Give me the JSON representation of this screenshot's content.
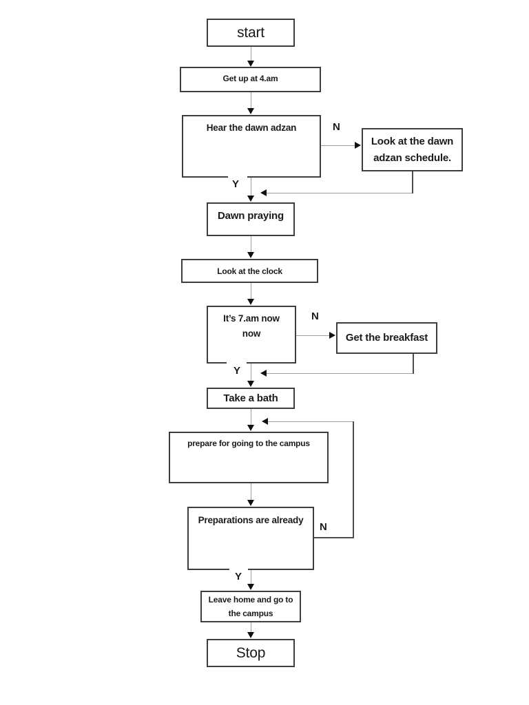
{
  "page": {
    "background": "#ffffff"
  },
  "colors": {
    "box_border": "#3d3d3d",
    "text": "#1a1a1a",
    "connector_light": "#9e9e9e",
    "connector_dark": "#4d4d4d",
    "arrowhead": "#111111"
  },
  "chart_data": {
    "type": "flowchart",
    "title": "Morning routine flowchart",
    "steps_in_order": [
      "start",
      "Get up at 4.am",
      "Hear the dawn adzan (decision)",
      "Dawn praying",
      "Look at the clock",
      "It’s 7.am now now (decision)",
      "Take a bath",
      "prepare for going to the campus",
      "Preparations are already (decision)",
      "Leave home and go to the campus",
      "Stop"
    ],
    "branches": [
      {
        "from": "Hear the dawn adzan",
        "label": "N",
        "to": "Look at the dawn adzan schedule.",
        "returns_to": "Dawn praying"
      },
      {
        "from": "Hear the dawn adzan",
        "label": "Y",
        "to": "Dawn praying"
      },
      {
        "from": "It’s 7.am now now",
        "label": "N",
        "to": "Get the breakfast",
        "returns_to": "Take a bath"
      },
      {
        "from": "It’s 7.am now now",
        "label": "Y",
        "to": "Take a bath"
      },
      {
        "from": "Preparations are already",
        "label": "N",
        "to": "prepare for going to the campus"
      },
      {
        "from": "Preparations are already",
        "label": "Y",
        "to": "Leave home and go to the campus"
      }
    ]
  },
  "flowchart": {
    "nodes": {
      "start": "start",
      "get_up": "Get up at 4.am",
      "hear_adzan": "Hear the dawn adzan",
      "adzan_schedule": "Look at the dawn\nadzan schedule.",
      "dawn_praying": "Dawn praying",
      "look_clock": "Look at the clock",
      "seven_am": "It’s 7.am now\nnow",
      "breakfast": "Get the breakfast",
      "take_bath": "Take a bath",
      "prepare": "prepare for going to the campus",
      "preparations": "Preparations are already",
      "leave_home": "Leave home and go to\nthe campus",
      "stop": "Stop"
    },
    "branch_labels": {
      "hear_no": "N",
      "hear_yes": "Y",
      "seven_no": "N",
      "seven_yes": "Y",
      "prep_no": "N",
      "prep_yes": "Y"
    }
  }
}
